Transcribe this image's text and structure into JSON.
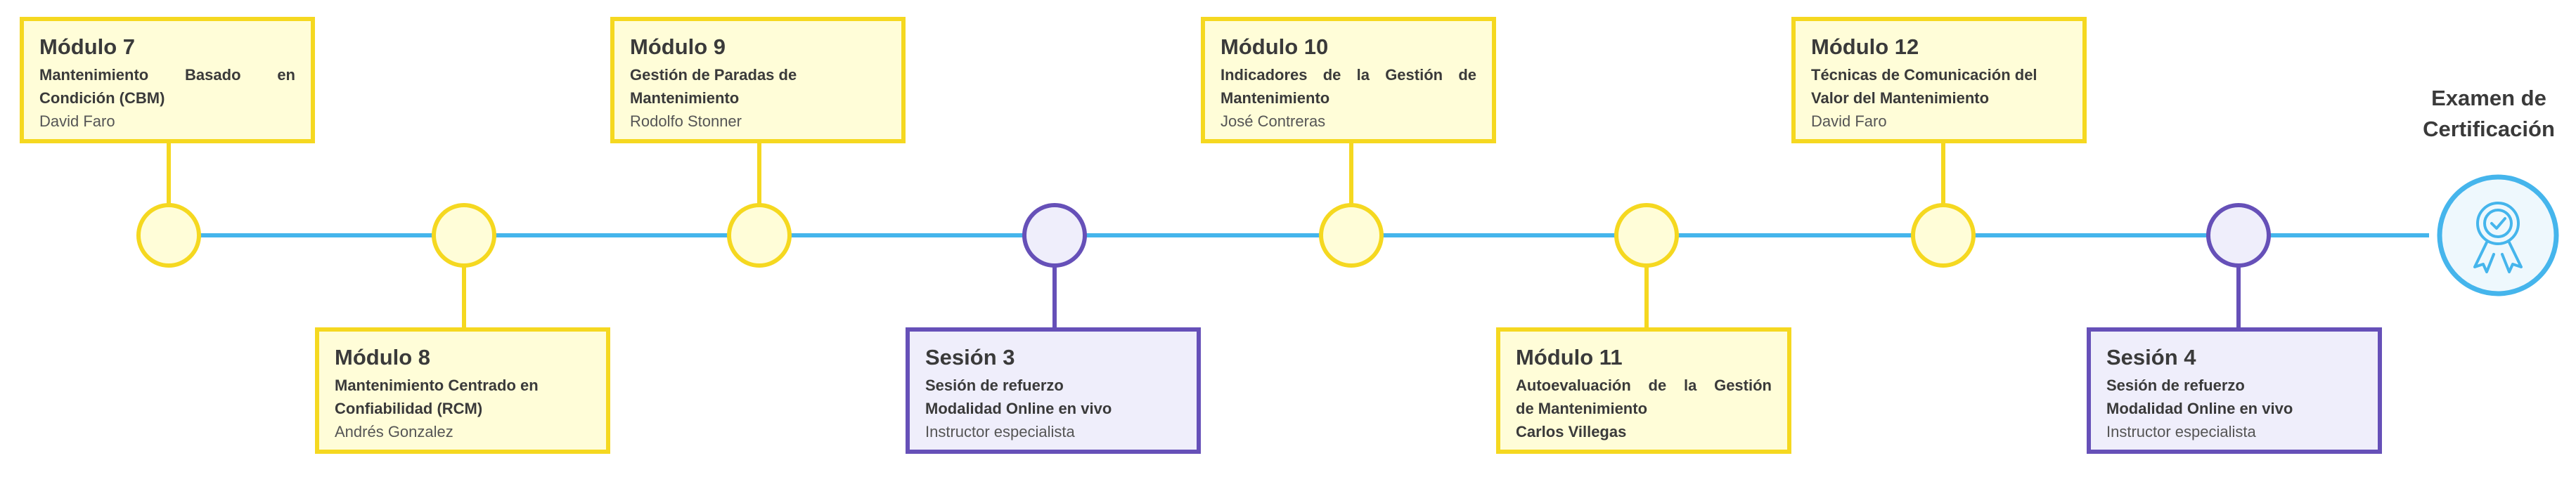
{
  "modules": [
    {
      "title": "Módulo 7",
      "line1": "Mantenimiento Basado en",
      "line2": "Condición (CBM)",
      "line3": "David Faro"
    },
    {
      "title": "Módulo 8",
      "line1": "Mantenimiento Centrado en",
      "line2": "Confiabilidad (RCM)",
      "line3": "Andrés Gonzalez"
    },
    {
      "title": "Módulo 9",
      "line1": "Gestión de Paradas de",
      "line2": "Mantenimiento",
      "line3": "Rodolfo Stonner"
    },
    {
      "title": "Sesión 3",
      "line1": "Sesión de refuerzo",
      "line2": "Modalidad Online en vivo",
      "line3": "Instructor especialista"
    },
    {
      "title": "Módulo 10",
      "line1": "Indicadores de la Gestión de",
      "line2": "Mantenimiento",
      "line3": "José Contreras"
    },
    {
      "title": "Módulo 11",
      "line1": "Autoevaluación de la Gestión",
      "line2": "de Mantenimiento",
      "line3": "Carlos Villegas"
    },
    {
      "title": "Módulo 12",
      "line1": "Técnicas de Comunicación del",
      "line2": "Valor del Mantenimiento",
      "line3": "David Faro"
    },
    {
      "title": "Sesión 4",
      "line1": "Sesión de refuerzo",
      "line2": "Modalidad Online en vivo",
      "line3": "Instructor especialista"
    }
  ],
  "exam": {
    "line1": "Examen de",
    "line2": "Certificación",
    "icon": "certificate-badge-icon"
  },
  "colors": {
    "line": "#45b5ec",
    "yellow_border": "#f5d820",
    "yellow_fill": "#fffdd8",
    "purple_border": "#6650b8",
    "purple_fill": "#efeefb",
    "exam": "#45b5ec",
    "exam_fill": "#eef8fd"
  }
}
